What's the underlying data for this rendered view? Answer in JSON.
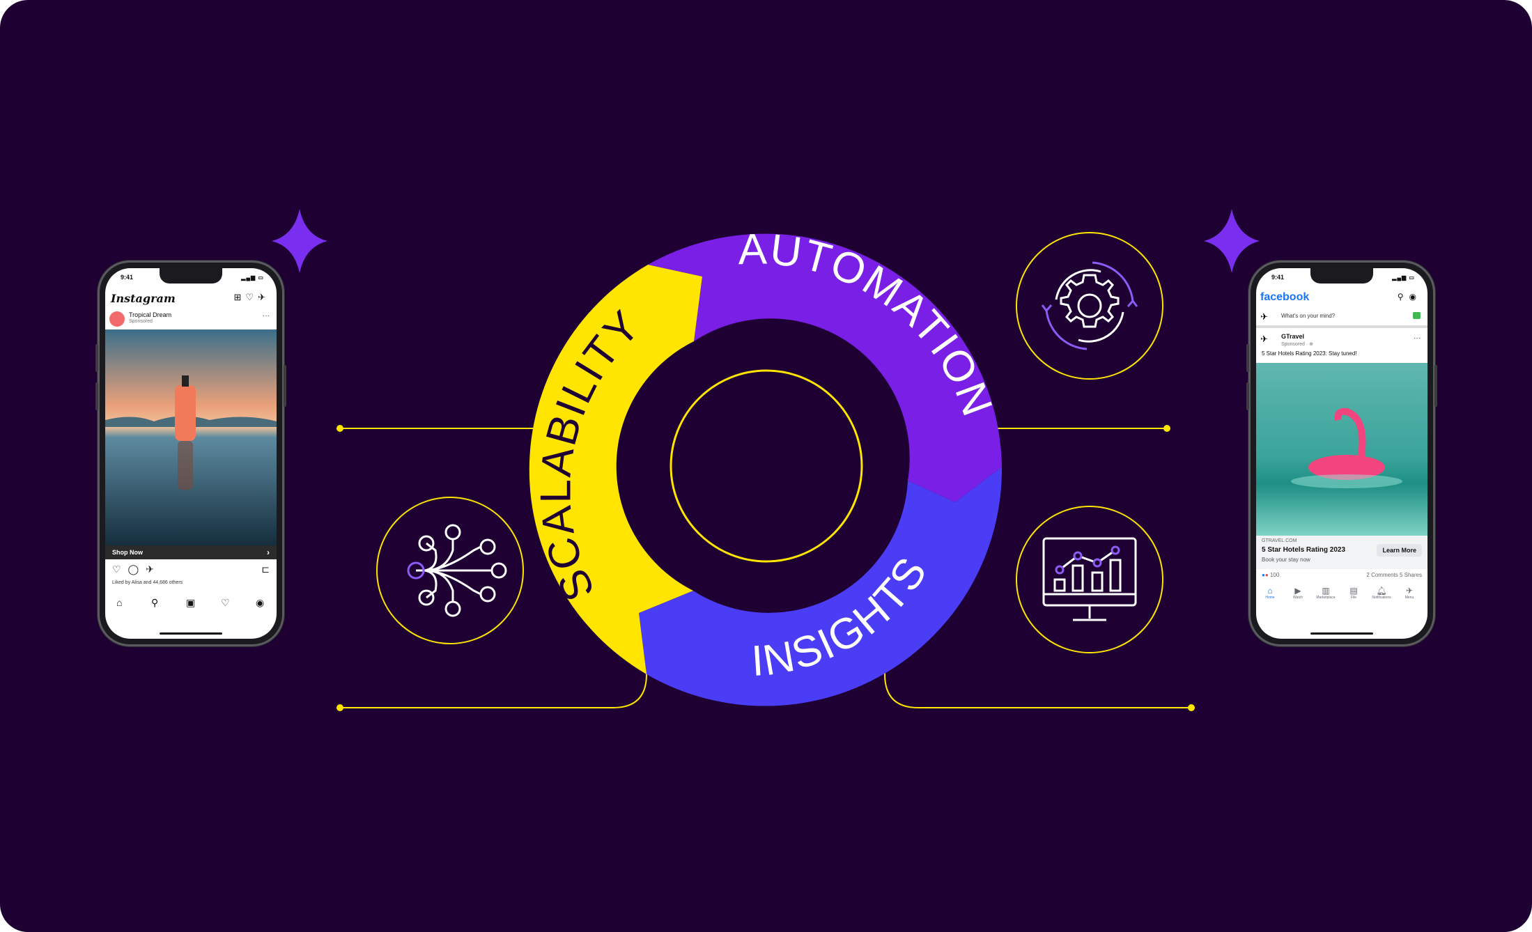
{
  "wheel": {
    "segment_1": "AUTOMATION",
    "segment_2": "INSIGHTS",
    "segment_3": "SCALABILITY"
  },
  "colors": {
    "background": "#1e0033",
    "automation": "#7a1fe6",
    "insights": "#4b3cf5",
    "scalability": "#ffe500",
    "accent": "#ffe500",
    "sparkle": "#7a2ff0"
  },
  "icons": {
    "network": "network-nodes-icon",
    "gear": "gear-cycle-icon",
    "chart": "monitor-chart-icon"
  },
  "instagram": {
    "time": "9:41",
    "logo": "Instagram",
    "account": "Tropical Dream",
    "sponsored": "Sponsored",
    "shop_now": "Shop Now",
    "liked_by": "Liked by Alisa and 44,686 others"
  },
  "facebook": {
    "time": "9:41",
    "logo": "facebook",
    "whats_on_mind": "What's on your mind?",
    "account": "GTravel",
    "sponsored": "Sponsored · ⊕",
    "caption": "5 Star Hotels Rating 2023: Stay tuned!",
    "domain": "GTRAVEL.COM",
    "ad_title": "5 Star Hotels Rating 2023",
    "ad_sub": "Book your stay now",
    "learn_more": "Learn More",
    "reactions": "100",
    "comments_shares": "2 Comments  5 Shares",
    "tabs": [
      "Home",
      "Watch",
      "Marketplace",
      "File",
      "Notifications",
      "Menu"
    ]
  }
}
